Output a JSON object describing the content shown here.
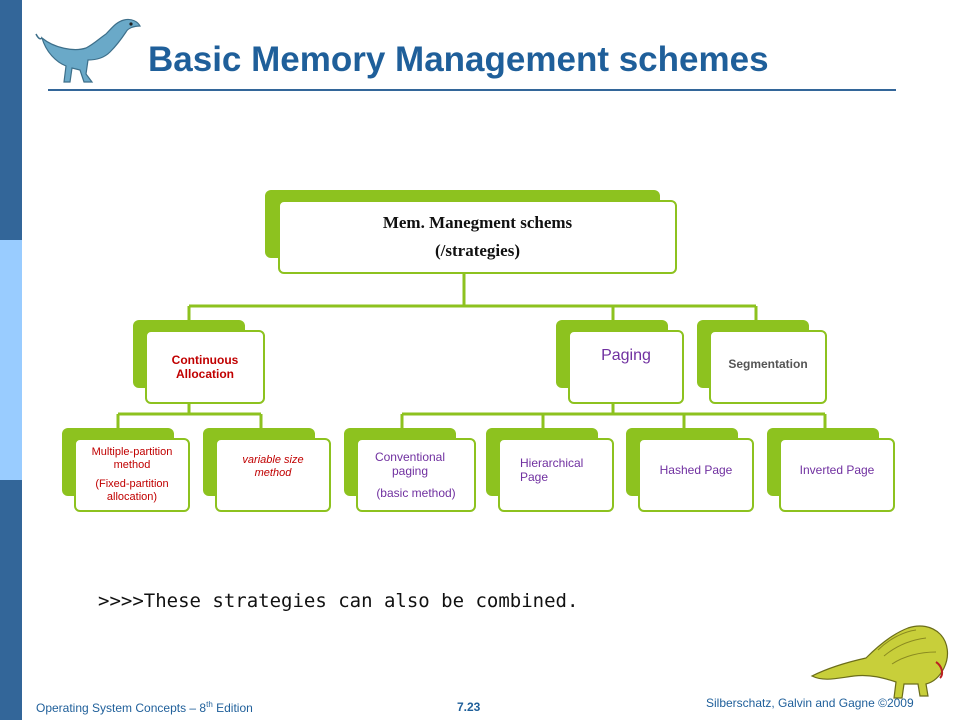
{
  "slide": {
    "title": "Basic Memory Management schemes",
    "note": ">>>>These strategies can also be combined."
  },
  "diagram": {
    "root": {
      "line1": "Mem. Manegment schems",
      "line2": "(/strategies)"
    },
    "continuous": {
      "label_line1": "Continuous",
      "label_line2": "Allocation"
    },
    "paging": {
      "label": "Paging"
    },
    "segmentation": {
      "label": "Segmentation"
    },
    "multiple_partition": {
      "line1": "Multiple-partition",
      "line2": "method",
      "line3": "(Fixed-partition",
      "line4": "allocation)"
    },
    "variable_size": {
      "line1": "variable size",
      "line2": "method"
    },
    "conventional": {
      "line1": "Conventional",
      "line2": "paging",
      "line3": "(basic method)"
    },
    "hierarchical": {
      "line1": "Hierarchical",
      "line2": "Page"
    },
    "hashed": {
      "label": "Hashed Page"
    },
    "inverted": {
      "label": "Inverted Page"
    }
  },
  "footer": {
    "left_prefix": "Operating System Concepts – 8",
    "left_sup": "th",
    "left_suffix": " Edition",
    "page_number": "7.23",
    "right": "Silberschatz, Galvin and Gagne ©2009"
  },
  "colors": {
    "sidebar": "#336699",
    "sidebar_light": "#99ccff",
    "title": "#1f5f9a",
    "node_border": "#8dc21f",
    "red_text": "#c00000",
    "purple_text": "#7030a0"
  }
}
